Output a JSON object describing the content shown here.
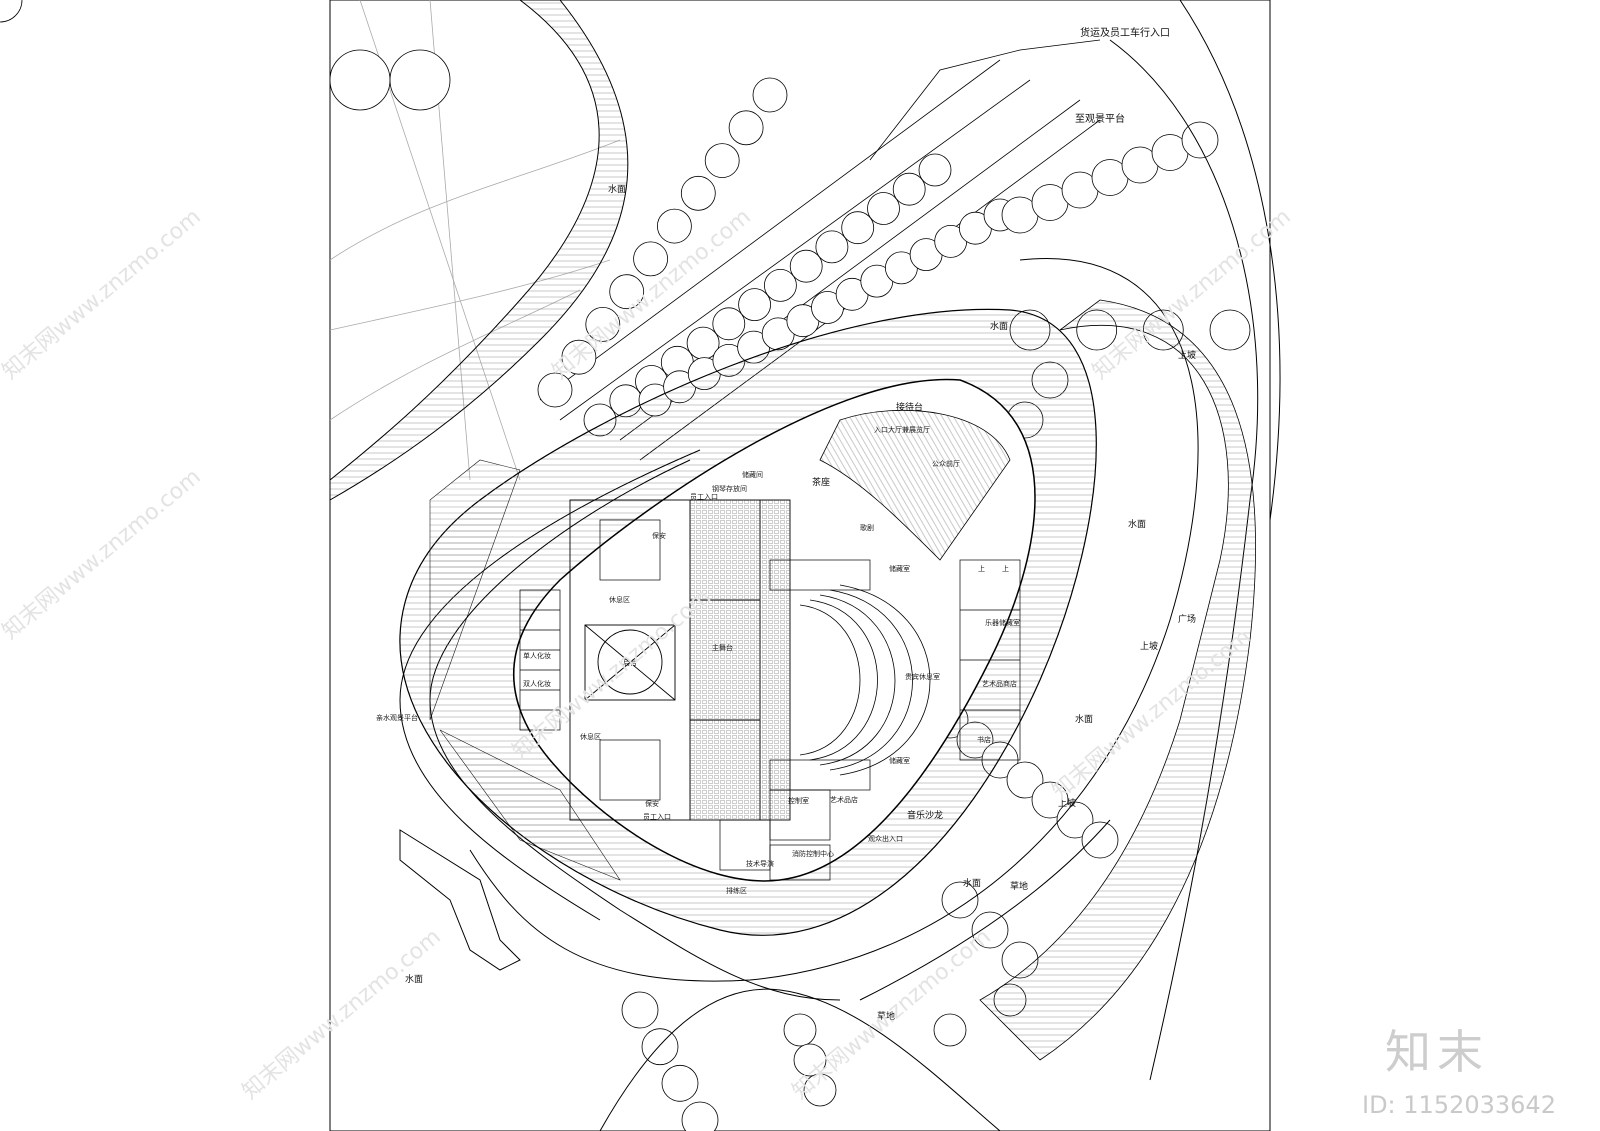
{
  "labels": {
    "freight_entrance": "货运及员工车行入口",
    "viewing_platform": "至观景平台",
    "water_top": "水面",
    "water_ring": "水面",
    "water_right": "水面",
    "water_right2": "水面",
    "water_bottom": "水面",
    "water_bottom2": "水面",
    "plaza": "广场",
    "ramp_up1": "上坡",
    "ramp_up2": "上坡",
    "ramp_up3": "上坡",
    "reception": "接待台",
    "entrance_hall": "入口大厅兼展览厅",
    "tea_seat": "茶座",
    "lounge": "公众前厅",
    "drama": "歌剧",
    "instrument_store": "乐器储藏室",
    "art_shop": "艺术品商店",
    "book_store": "书店",
    "music_salon": "音乐沙龙",
    "art_shop2": "艺术品店",
    "control_room": "控制室",
    "fire_control": "消防控制中心",
    "tech_guide": "技术导演",
    "stage_main": "主舞台",
    "backstage": "后台",
    "rehearsal": "排练区",
    "storage": "储藏间",
    "piano_room": "钢琴存放间",
    "staff_entrance": "员工入口",
    "staff_entrance2": "员工入口",
    "rest_area": "休息区",
    "rest_area2": "休息区",
    "security": "保安",
    "security2": "保安",
    "hydrophilic_platform": "亲水观景平台",
    "grass": "草地",
    "grass2": "草地",
    "dressing1": "单人化妆",
    "dressing2": "双人化妆",
    "storage2": "储藏室",
    "storage3": "储藏室",
    "vip": "贵宾休息室",
    "audience_entrance": "观众出入口",
    "elev_up1": "上",
    "elev_up2": "上",
    "wm_id": "ID: 1152033642",
    "wm_brand": "知末",
    "wm_site": "知末网www.znzmo.com"
  },
  "colors": {
    "line": "#000000",
    "thin": "#555555",
    "watermark": "#c9c9c9"
  }
}
